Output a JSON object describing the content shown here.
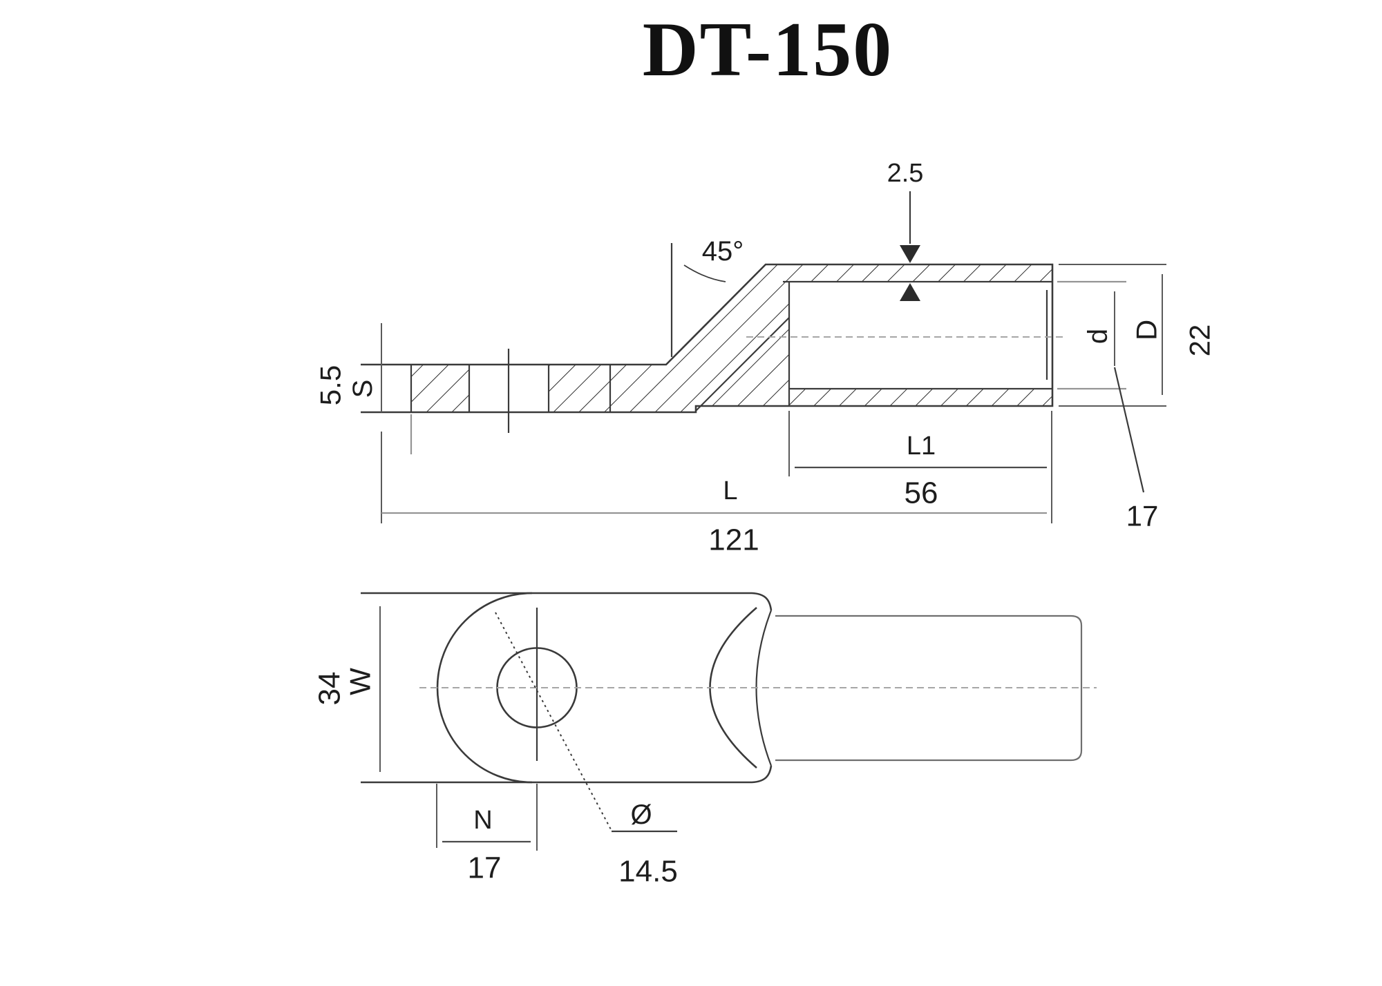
{
  "title": "DT-150",
  "side_view": {
    "angle_label": "45°",
    "wall_thickness_value": "2.5",
    "palm_thickness_value": "5.5",
    "palm_thickness_symbol": "S",
    "bore_diameter_symbol": "d",
    "bore_diameter_value": "17",
    "outer_diameter_symbol": "D",
    "outer_diameter_value": "22",
    "barrel_length_symbol": "L1",
    "barrel_length_value": "56",
    "total_length_symbol": "L",
    "total_length_value": "121"
  },
  "top_view": {
    "palm_width_symbol": "W",
    "palm_width_value": "34",
    "hole_offset_symbol": "N",
    "hole_offset_value": "17",
    "hole_diameter_symbol": "Ø",
    "hole_diameter_value": "14.5"
  },
  "colors": {
    "background": "#ffffff",
    "main_lines": "#3a3a3a",
    "dimension_lines": "#5a5a5a",
    "text": "#1d1d1d"
  }
}
